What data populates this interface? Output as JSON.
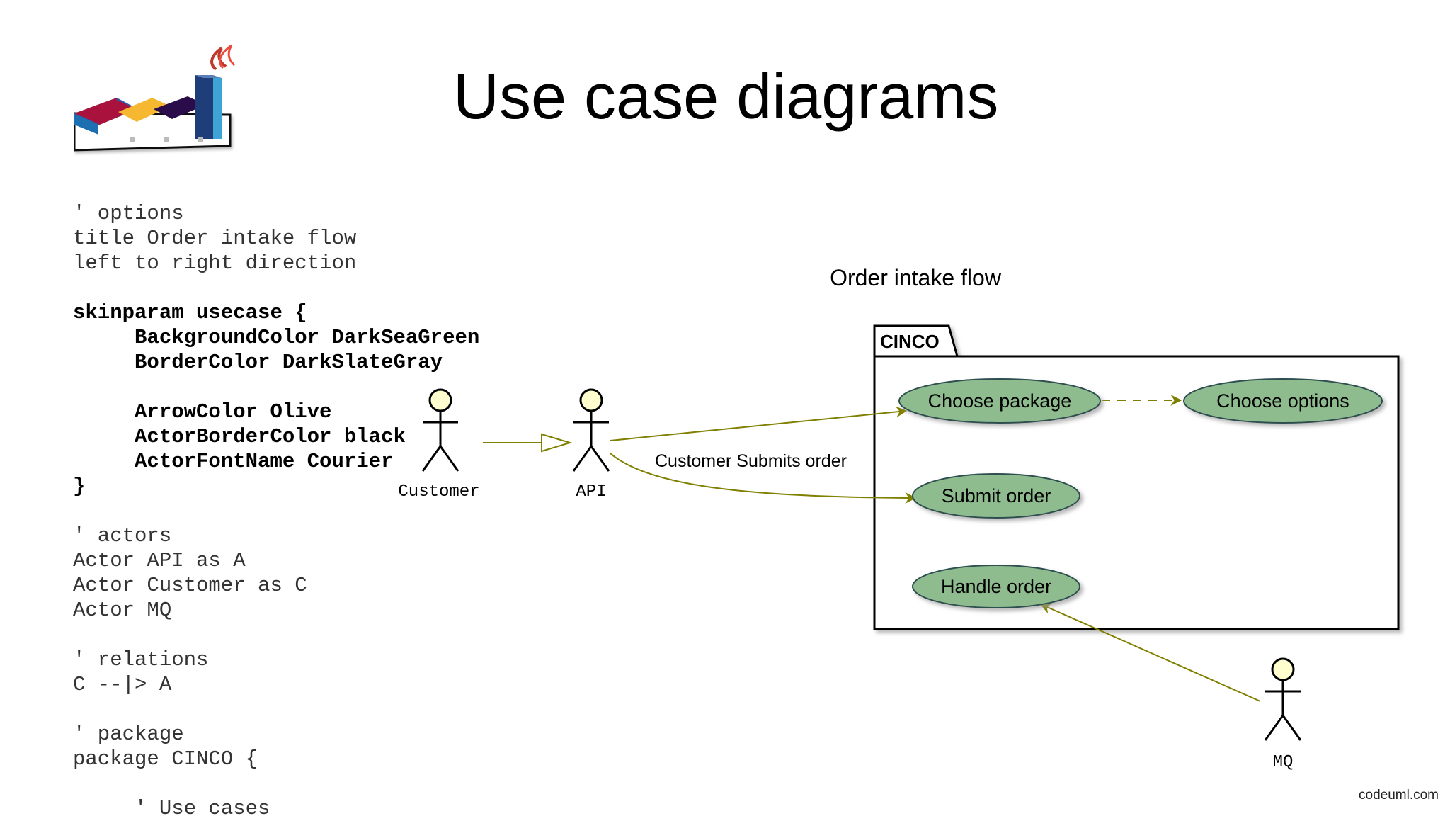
{
  "slide": {
    "title": "Use case diagrams",
    "footer": "codeuml.com"
  },
  "code_lines": [
    {
      "text": "' options",
      "bold": false
    },
    {
      "text": "title Order intake flow",
      "bold": false
    },
    {
      "text": "left to right direction",
      "bold": false
    },
    {
      "text": "",
      "bold": false
    },
    {
      "text": "skinparam usecase {",
      "bold": true
    },
    {
      "text": "     BackgroundColor DarkSeaGreen",
      "bold": true
    },
    {
      "text": "     BorderColor DarkSlateGray",
      "bold": true
    },
    {
      "text": "",
      "bold": false
    },
    {
      "text": "     ArrowColor Olive",
      "bold": true
    },
    {
      "text": "     ActorBorderColor black",
      "bold": true
    },
    {
      "text": "     ActorFontName Courier",
      "bold": true
    },
    {
      "text": "}",
      "bold": true
    },
    {
      "text": "",
      "bold": false
    },
    {
      "text": "' actors",
      "bold": false
    },
    {
      "text": "Actor API as A",
      "bold": false
    },
    {
      "text": "Actor Customer as C",
      "bold": false
    },
    {
      "text": "Actor MQ",
      "bold": false
    },
    {
      "text": "",
      "bold": false
    },
    {
      "text": "' relations",
      "bold": false
    },
    {
      "text": "C --|> A",
      "bold": false
    },
    {
      "text": "",
      "bold": false
    },
    {
      "text": "' package",
      "bold": false
    },
    {
      "text": "package CINCO {",
      "bold": false
    },
    {
      "text": "",
      "bold": false
    },
    {
      "text": "     ' Use cases",
      "bold": false
    }
  ],
  "diagram": {
    "title": "Order intake flow",
    "package_name": "CINCO",
    "actors": {
      "customer": "Customer",
      "api": "API",
      "mq": "MQ"
    },
    "usecases": {
      "choose_package": "Choose package",
      "choose_options": "Choose options",
      "submit_order": "Submit order",
      "handle_order": "Handle order"
    },
    "edge_label": "Customer Submits order",
    "colors": {
      "usecase_fill": "#8FBC8F",
      "usecase_border": "#2F4F4F",
      "arrow": "#808000",
      "actor_head": "#FEFECE",
      "actor_border": "#000000"
    }
  }
}
